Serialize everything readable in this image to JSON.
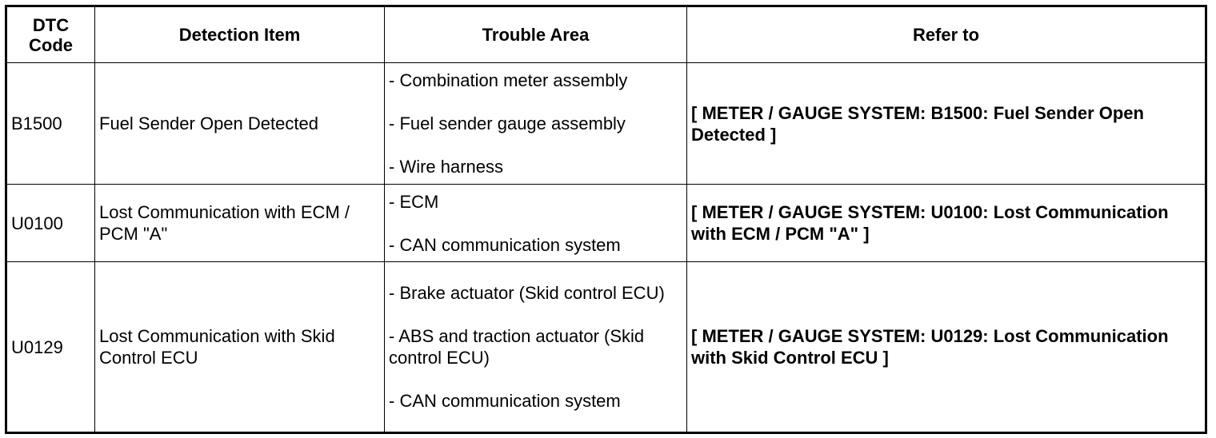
{
  "table": {
    "headers": {
      "code": "DTC\nCode",
      "code_line1": "DTC",
      "code_line2": "Code",
      "item": "Detection Item",
      "area": "Trouble Area",
      "ref": "Refer to"
    },
    "rows": [
      {
        "code": "B1500",
        "item": "Fuel Sender Open Detected",
        "areas": [
          "- Combination meter assembly",
          "- Fuel sender gauge assembly",
          "- Wire harness"
        ],
        "ref": "[ METER / GAUGE SYSTEM: B1500: Fuel Sender Open Detected ]"
      },
      {
        "code": "U0100",
        "item": "Lost Communication with ECM / PCM \"A\"",
        "areas": [
          "- ECM",
          "- CAN communication system"
        ],
        "ref": "[ METER / GAUGE SYSTEM: U0100: Lost Communication with ECM / PCM \"A\" ]"
      },
      {
        "code": "U0129",
        "item": "Lost Communication with Skid Control ECU",
        "areas": [
          "- Brake actuator (Skid control ECU)",
          "- ABS and traction actuator (Skid control ECU)",
          "- CAN communication system"
        ],
        "ref": "[ METER / GAUGE SYSTEM: U0129: Lost Communication with Skid Control ECU ]"
      }
    ]
  }
}
